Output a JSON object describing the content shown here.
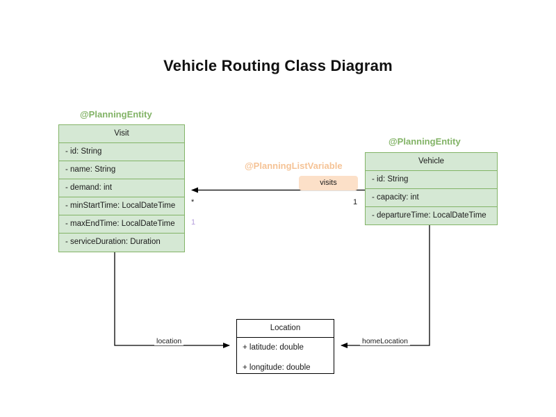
{
  "diagram": {
    "title": "Vehicle Routing Class Diagram",
    "type": "uml-class-diagram",
    "colors": {
      "entity_fill": "#d5e8d4",
      "entity_stroke": "#82b366",
      "plain_fill": "#ffffff",
      "plain_stroke": "#000000",
      "stereotype_green": "#82b366",
      "stereotype_orange": "#f5c396",
      "badge_fill": "#fce0c8",
      "multiplicity_lavender": "#b39ddb",
      "background": "#ffffff"
    },
    "classes": [
      {
        "id": "visit",
        "name": "Visit",
        "stereotype": "@PlanningEntity",
        "attributes": [
          "- id: String",
          "- name: String",
          "- demand: int",
          "- minStartTime: LocalDateTime",
          "- maxEndTime: LocalDateTime",
          "- serviceDuration: Duration"
        ]
      },
      {
        "id": "vehicle",
        "name": "Vehicle",
        "stereotype": "@PlanningEntity",
        "attributes": [
          "- id: String",
          "- capacity: int",
          "- departureTime: LocalDateTime"
        ]
      },
      {
        "id": "location",
        "name": "Location",
        "stereotype": "",
        "attributes": [
          "+ latitude: double",
          "+ longitude: double"
        ]
      }
    ],
    "relationships": [
      {
        "id": "vehicle-visits",
        "from": "vehicle",
        "to": "visit",
        "label": "visits",
        "stereotype": "@PlanningListVariable",
        "source_multiplicity": "1",
        "target_multiplicity": "*",
        "extra_multiplicity": "1"
      },
      {
        "id": "visit-location",
        "from": "visit",
        "to": "location",
        "label": "location"
      },
      {
        "id": "vehicle-homelocation",
        "from": "vehicle",
        "to": "location",
        "label": "homeLocation"
      }
    ]
  }
}
